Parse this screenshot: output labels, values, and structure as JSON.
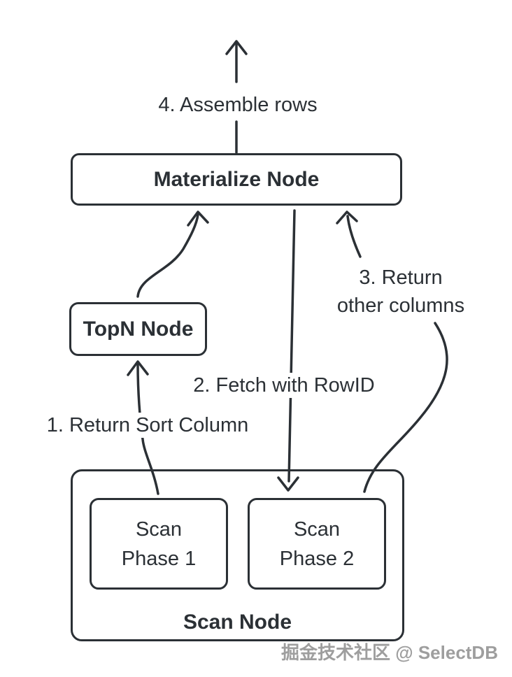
{
  "nodes": {
    "materialize": {
      "label": "Materialize Node"
    },
    "topn": {
      "label": "TopN Node"
    },
    "scan": {
      "label": "Scan Node"
    },
    "phase1": {
      "line1": "Scan",
      "line2": "Phase 1"
    },
    "phase2": {
      "line1": "Scan",
      "line2": "Phase 2"
    }
  },
  "labels": {
    "step1": "1. Return Sort Column",
    "step2": "2. Fetch with RowID",
    "step3_line1": "3. Return",
    "step3_line2": "other columns",
    "step4": "4. Assemble rows"
  },
  "watermark": "掘金技术社区 @ SelectDB",
  "colors": {
    "stroke": "#2b3035",
    "text": "#2b3035",
    "background": "#ffffff",
    "watermark": "#9e9e9e"
  }
}
